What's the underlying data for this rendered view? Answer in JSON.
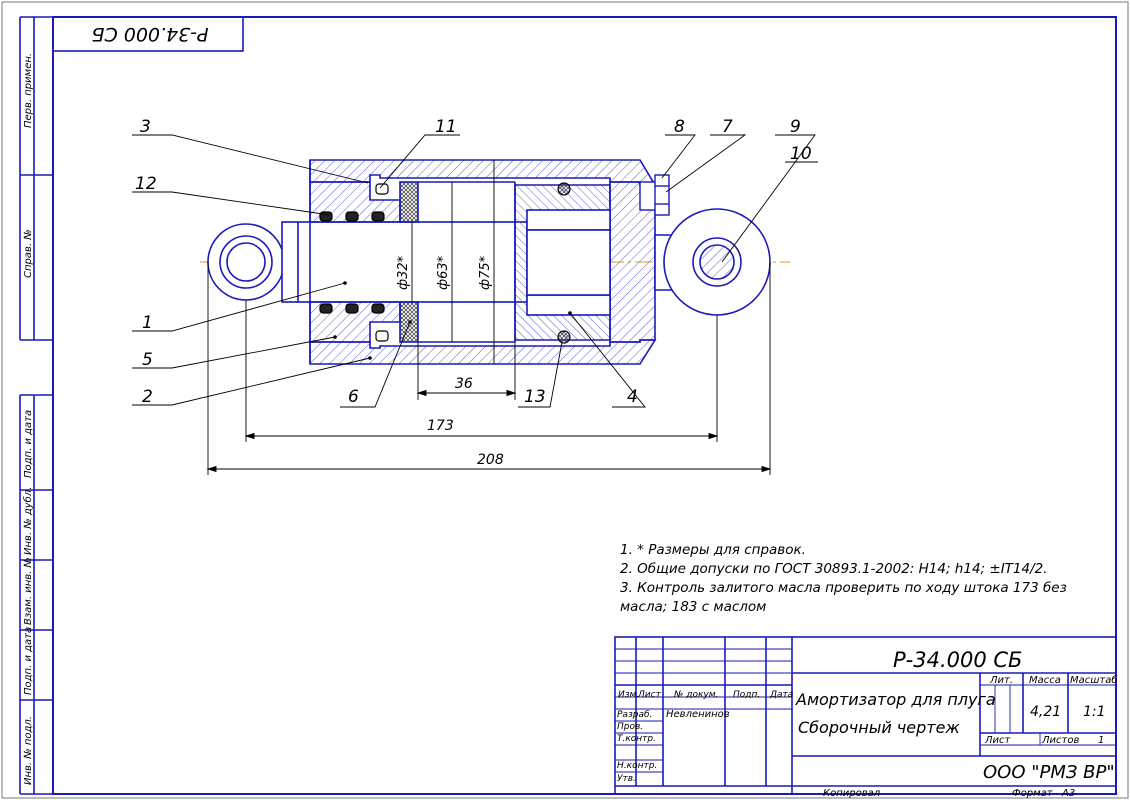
{
  "stamp_code_rotated": "Р-34.000 СБ",
  "margin_labels": [
    "Перв. примен.",
    "Справ. №",
    "Подп. и дата",
    "Инв. № дубл.",
    "Взам. инв. №",
    "Подп. и дата",
    "Инв. № подл."
  ],
  "balloons": [
    "1",
    "2",
    "3",
    "4",
    "5",
    "6",
    "7",
    "8",
    "9",
    "10",
    "11",
    "12",
    "13"
  ],
  "dimensions": {
    "d_rod": "ф32*",
    "d_inner": "ф63*",
    "d_outer": "ф75*",
    "d36": "36",
    "d173": "173",
    "d208": "208"
  },
  "notes": [
    "1.  * Размеры для справок.",
    "2. Общие допуски по ГОСТ 30893.1-2002: H14; h14; ±IT14/2.",
    "3. Контроль залитого масла проверить по ходу штока 173 без",
    "масла; 183 с маслом"
  ],
  "title_block": {
    "designation": "Р-34.000 СБ",
    "name_line1": "Амортизатор для плуга",
    "name_line2": "Сборочный чертеж",
    "col_headers": [
      "Изм.",
      "Лист",
      "№ докум.",
      "Подп.",
      "Дата"
    ],
    "rows": [
      "Разраб.",
      "Пров.",
      "Т.контр.",
      "Н.контр.",
      "Утв."
    ],
    "developer": "Невленинов",
    "lit_label": "Лит.",
    "mass_label": "Масса",
    "scale_label": "Масштаб",
    "mass": "4,21",
    "scale": "1:1",
    "sheet_label": "Лист",
    "sheets_label": "Листов",
    "sheets_count": "1",
    "company": "ООО \"РМЗ ВР\"",
    "copied_label": "Копировал",
    "format_label": "Формат",
    "format_value": "A3"
  }
}
